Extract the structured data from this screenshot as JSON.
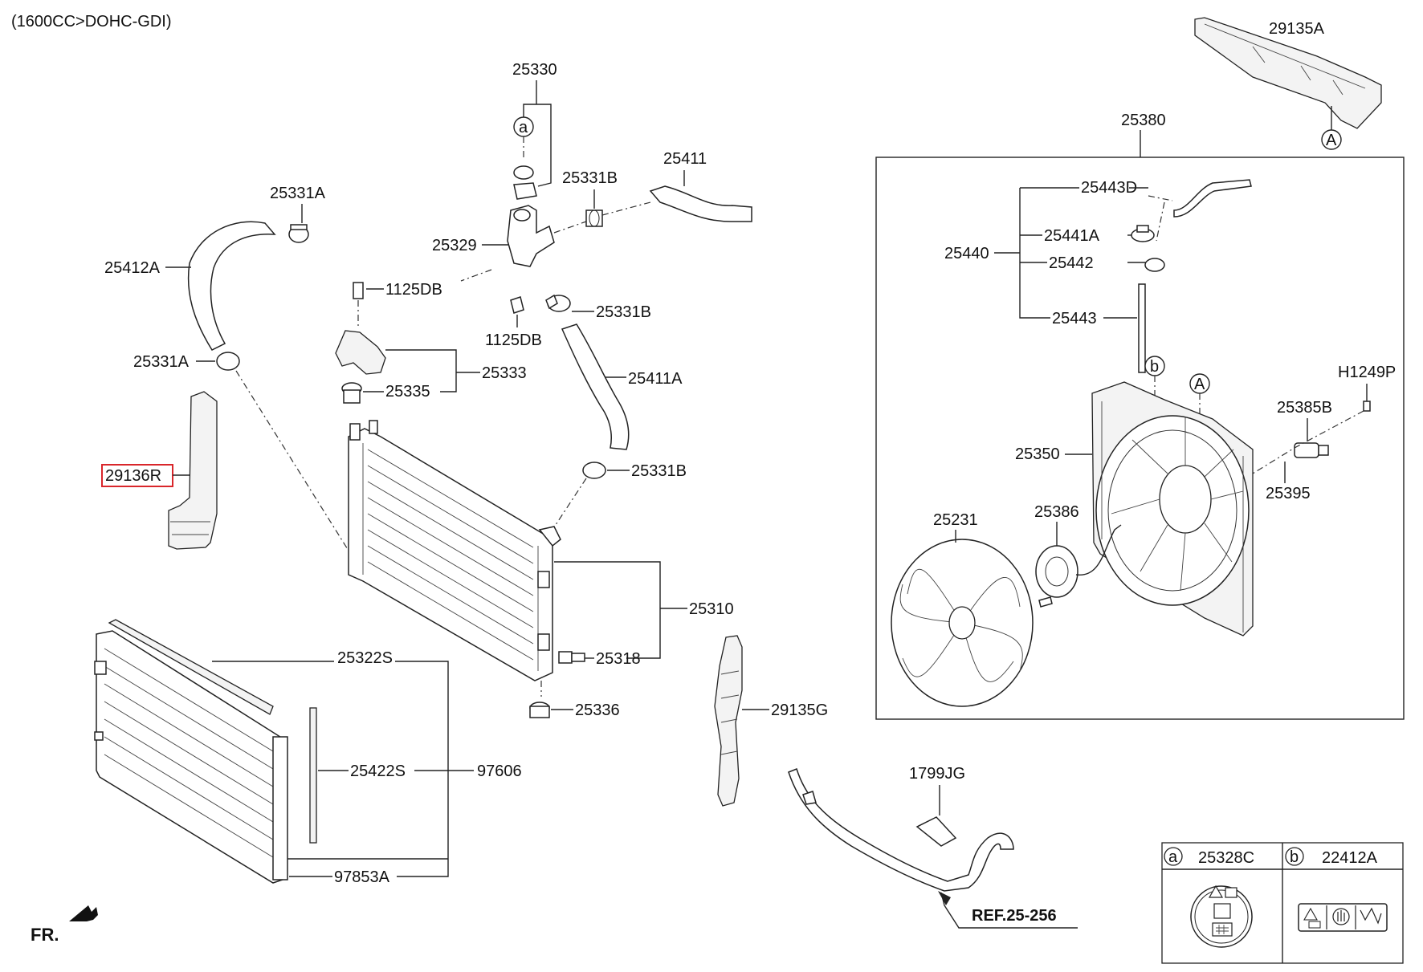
{
  "header": {
    "engine": "(1600CC>DOHC-GDI)"
  },
  "labels": {
    "p25330": "25330",
    "p25331B_top": "25331B",
    "p25411": "25411",
    "p25331A_top": "25331A",
    "p25412A": "25412A",
    "p25329": "25329",
    "p1125DB_a": "1125DB",
    "p1125DB_b": "1125DB",
    "p25331B_mid": "25331B",
    "p25333": "25333",
    "p25335": "25335",
    "p25331A_bot": "25331A",
    "p25411A": "25411A",
    "p29136R": "29136R",
    "p25331B_bot": "25331B",
    "p25310": "25310",
    "p25318": "25318",
    "p25322S": "25322S",
    "p25336": "25336",
    "p29135G": "29135G",
    "p25422S": "25422S",
    "p97606": "97606",
    "p97853A": "97853A",
    "p1799JG": "1799JG",
    "ref": "REF.25-256",
    "fr": "FR.",
    "p29135A": "29135A",
    "p25380": "25380",
    "p25443D": "25443D",
    "p25441A": "25441A",
    "p25440": "25440",
    "p25442": "25442",
    "p25443": "25443",
    "p25350": "25350",
    "p25231": "25231",
    "p25386": "25386",
    "pH1249P": "H1249P",
    "p25385B": "25385B",
    "p25395": "25395"
  },
  "markers": {
    "a": "a",
    "b": "b",
    "A": "A"
  },
  "legend": {
    "a_code": "a",
    "a_part": "25328C",
    "b_code": "b",
    "b_part": "22412A"
  },
  "highlight": {
    "part": "29136R",
    "color": "#d9262b"
  }
}
